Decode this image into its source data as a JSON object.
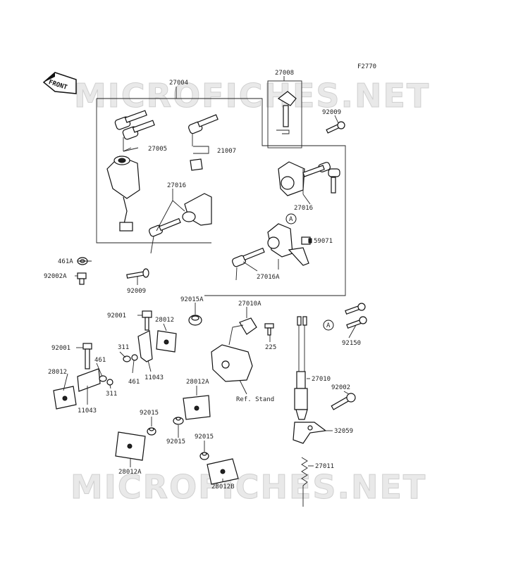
{
  "diagram_code": "F2770",
  "front_label": "FRONT",
  "watermarks": [
    "MICROFICHES.NET",
    "MICROFICHES.NET"
  ],
  "callout_A": "A",
  "ref_label": "Ref. Stand",
  "parts": [
    {
      "id": "27004"
    },
    {
      "id": "27008"
    },
    {
      "id": "92009"
    },
    {
      "id": "27005"
    },
    {
      "id": "21007"
    },
    {
      "id": "27016"
    },
    {
      "id": "27016"
    },
    {
      "id": "461A"
    },
    {
      "id": "92002A"
    },
    {
      "id": "92009"
    },
    {
      "id": "59071"
    },
    {
      "id": "27016A"
    },
    {
      "id": "92015A"
    },
    {
      "id": "92001"
    },
    {
      "id": "28012"
    },
    {
      "id": "27010A"
    },
    {
      "id": "92001"
    },
    {
      "id": "311"
    },
    {
      "id": "461"
    },
    {
      "id": "28012"
    },
    {
      "id": "461"
    },
    {
      "id": "11043"
    },
    {
      "id": "311"
    },
    {
      "id": "11043"
    },
    {
      "id": "225"
    },
    {
      "id": "92150"
    },
    {
      "id": "27010"
    },
    {
      "id": "92002"
    },
    {
      "id": "28012A"
    },
    {
      "id": "92015"
    },
    {
      "id": "92015"
    },
    {
      "id": "32059"
    },
    {
      "id": "92015"
    },
    {
      "id": "28012A"
    },
    {
      "id": "27011"
    },
    {
      "id": "28012B"
    }
  ]
}
